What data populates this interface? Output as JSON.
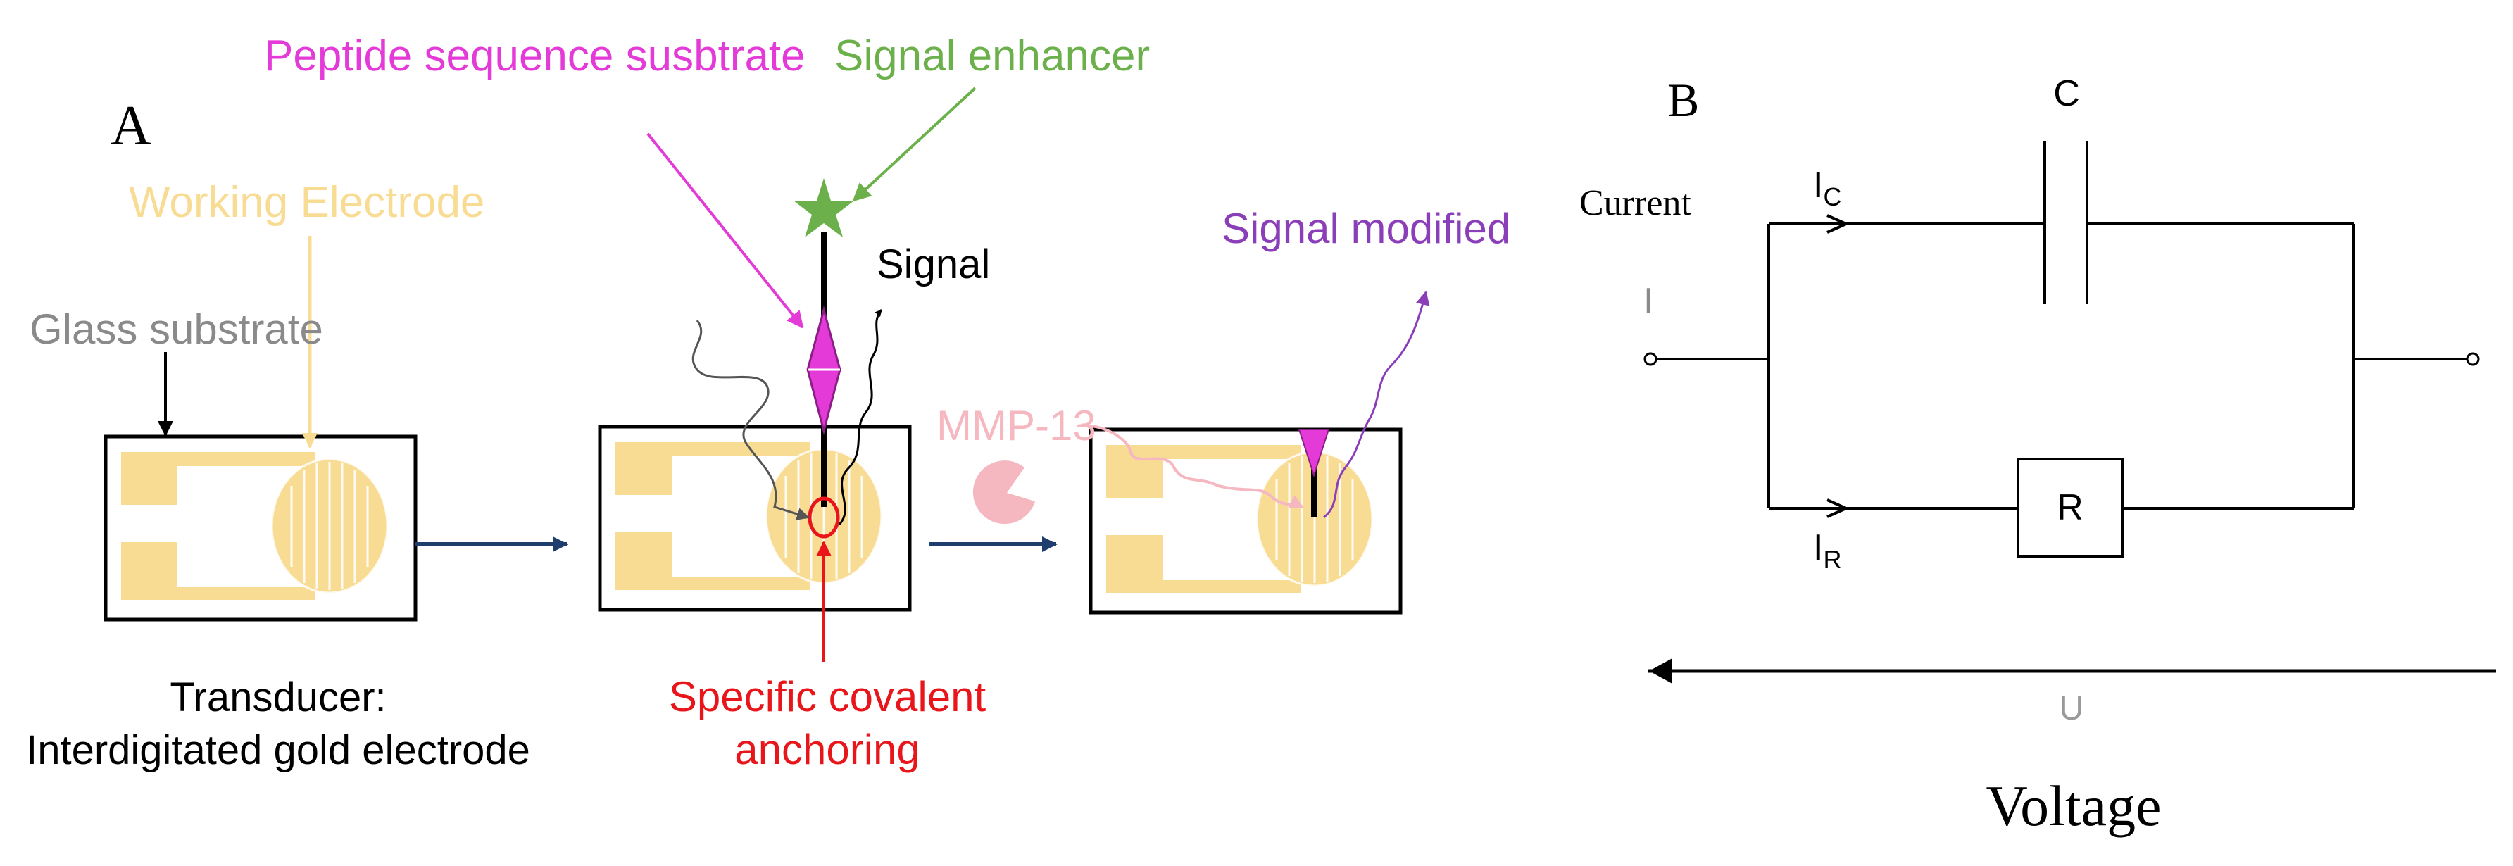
{
  "panel_a": {
    "label": "A",
    "working_electrode": "Working Electrode",
    "glass_substrate": "Glass substrate",
    "peptide": "Peptide sequence susbtrate",
    "enhancer": "Signal enhancer",
    "signal": "Signal",
    "signal_modified": "Signal modified",
    "mmp": "MMP-13",
    "transducer_line1": "Transducer:",
    "transducer_line2": "Interdigitated gold electrode",
    "anchoring_line1": "Specific covalent",
    "anchoring_line2": "anchoring"
  },
  "panel_b": {
    "label": "B",
    "current": "Current",
    "capacitor_label": "C",
    "current_c_main": "I",
    "current_c_sub": "C",
    "current_r_main": "I",
    "current_r_sub": "R",
    "input_current": "I",
    "resistor_label": "R",
    "voltage_symbol": "U",
    "voltage": "Voltage"
  },
  "colors": {
    "gold": "#F8DC94",
    "magenta": "#E33AD8",
    "green": "#6BB04A",
    "purple": "#8A3FB8",
    "pink": "#F5B8C0",
    "red": "#E8151B",
    "navy": "#1F3E6E",
    "grey": "#8A8A8A"
  }
}
